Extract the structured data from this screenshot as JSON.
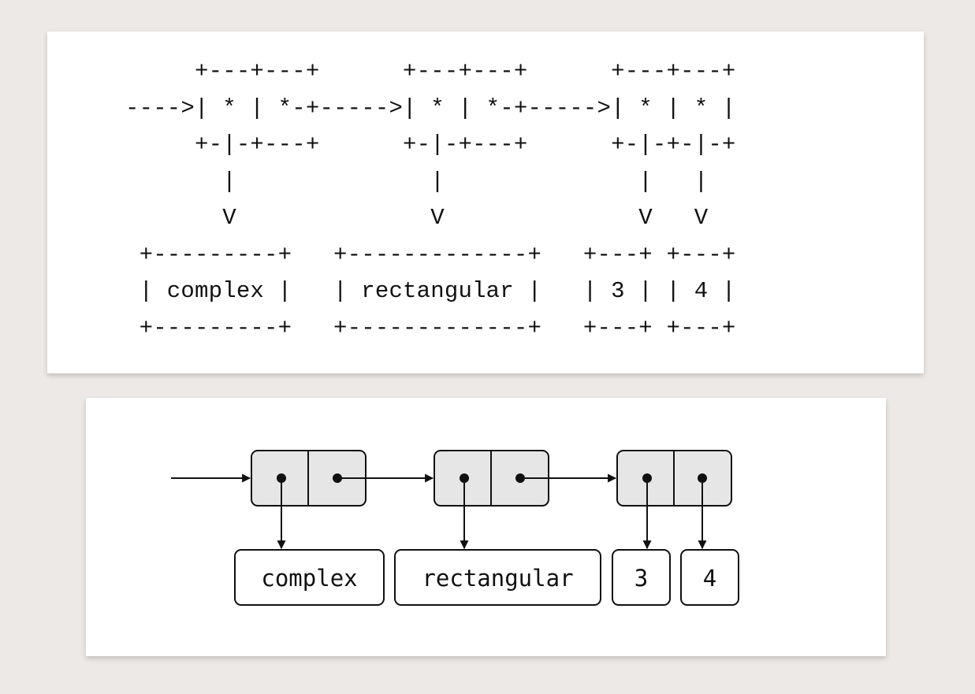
{
  "ascii_diagram": {
    "lines": [
      "     +---+---+      +---+---+      +---+---+",
      "---->| * | *-+----->| * | *-+----->| * | * |",
      "     +-|-+---+      +-|-+---+      +-|-+-|-+",
      "       |              |              |   |",
      "       V              V              V   V",
      " +---------+   +-------------+   +---+ +---+",
      " | complex |   | rectangular |   | 3 | | 4 |",
      " +---------+   +-------------+   +---+ +---+"
    ]
  },
  "box_diagram": {
    "pair_count": 3,
    "labels": [
      "complex",
      "rectangular",
      "3",
      "4"
    ],
    "colors": {
      "pair_fill": "#e6e6e6",
      "stroke": "#111111",
      "label_fill": "#ffffff"
    }
  }
}
